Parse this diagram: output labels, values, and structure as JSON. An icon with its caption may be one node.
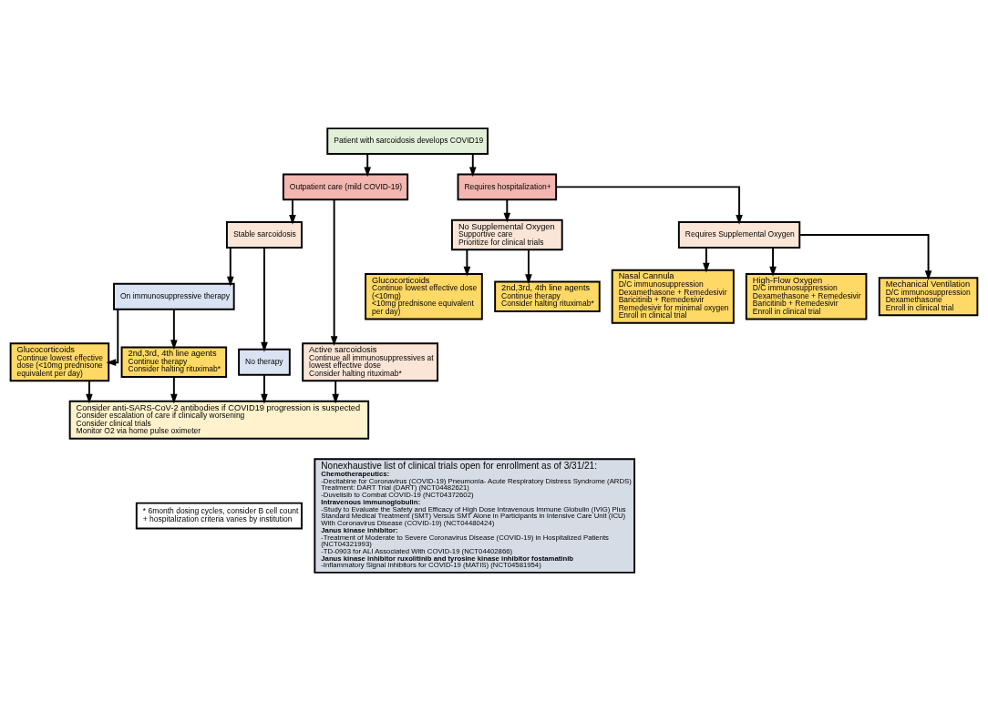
{
  "diagram": {
    "nodes": [
      {
        "text": [
          "Patient with sarcoidosis develops COVID19"
        ]
      },
      {
        "text": [
          "Outpatient care (mild COVID-19)"
        ]
      },
      {
        "text": [
          "Requires hospitalization+"
        ]
      },
      {
        "text": [
          "Stable sarcoidosis"
        ]
      },
      {
        "text": [
          "Active sarcoidosis",
          "Continue all immunosuppressives at lowest effective dose",
          "Consider halting rituximab*"
        ]
      },
      {
        "text": [
          "On immunosuppressive therapy"
        ]
      },
      {
        "text": [
          "No therapy"
        ]
      },
      {
        "text": [
          "Glucocorticoids",
          "Continue lowest effective dose (<10mg prednisone equivalent per day)"
        ]
      },
      {
        "text": [
          "2nd,3rd, 4th line agents",
          "Continue therapy",
          "Consider halting rituximab*"
        ]
      },
      {
        "text": [
          "Consider anti-SARS-CoV-2 antibodies if COVID19 progression is suspected",
          "Consider escalation of care if clinically worsening",
          "Consider clinical trials",
          "Monitor O2 via home pulse oximeter"
        ]
      },
      {
        "text": [
          "No Supplemental Oxygen",
          "Supportive care",
          "Prioritize for clinical trials"
        ]
      },
      {
        "text": [
          "Requires Supplemental Oxygen"
        ]
      },
      {
        "text": [
          "Glucocorticoids",
          "Continue lowest effective dose (<10mg)",
          "<10mg prednisone equivalent per day)"
        ]
      },
      {
        "text": [
          "2nd,3rd, 4th line agents",
          "Continue therapy",
          "Consider halting rituximab*"
        ]
      },
      {
        "text": [
          "Nasal Cannula",
          "D/C immunosuppression",
          "Dexamethasone + Remedesivir",
          "Baricitinib + Remedesivir",
          "Remedesivir for minimal oxygen",
          "Enroll in clinical trial"
        ]
      },
      {
        "text": [
          "High-Flow Oxygen",
          "D/C immunosuppression",
          "Dexamethasone + Remedesivir",
          "Baricitinib + Remedesivir",
          "Enroll in clinical trial"
        ]
      },
      {
        "text": [
          "Mechanical Ventilation",
          "D/C immunosuppression",
          "Dexamethasone",
          "Enroll in clinical trial"
        ]
      },
      {
        "text": [
          "* 6month dosing cycles, consider B cell count",
          "+ hospitalization criteria varies by institution"
        ]
      },
      {
        "text": [
          "Nonexhaustive list of clinical trials open for enrollment as of 3/31/21:",
          "Chemotherapeutics:",
          "-Decitabine for Coronavirus (COVID-19) Pneumonia- Acute Respiratory Distress Syndrome (ARDS) Treatment: DART Trial (DART) (NCT04482621)",
          "-Duvelisib to Combat COVID-19 (NCT04372602)",
          "Intravenous immunoglobulin:",
          "-Study to Evaluate the Safety and Efficacy of High Dose Intravenous Immune Globulin (IVIG) Plus Standard Medical Treatment (SMT) Versus SMT Alone in Participants in Intensive Care Unit (ICU) With Coronavirus Disease (COVID-19) (NCT04480424)",
          "Janus kinase inhibitor:",
          "-Treatment of Moderate to Severe Coronavirus Disease (COVID-19) in Hospitalized Patients (NCT04321993)",
          "-TD-0903 for ALI Associated With COVID-19 (NCT04402866)",
          "Janus kinase inhibitor ruxolitinib and tyrosine kinase inhibitor fostamatinib",
          "-Inflammatory Signal Inhibitors for COVID-19 (MATIS) (NCT04581954)"
        ]
      }
    ],
    "edges": [
      {
        "from": 0,
        "to": 1,
        "arrow": "to"
      },
      {
        "from": 0,
        "to": 2,
        "arrow": "to"
      },
      {
        "from": 1,
        "to": 3,
        "arrow": "to"
      },
      {
        "from": 1,
        "to": 4,
        "arrow": "to"
      },
      {
        "from": 3,
        "to": 5,
        "arrow": "to"
      },
      {
        "from": 3,
        "to": 6,
        "arrow": "to"
      },
      {
        "from": 5,
        "to": 7,
        "arrow": "to"
      },
      {
        "from": 5,
        "to": 8,
        "arrow": "to"
      },
      {
        "from": 7,
        "to": 9,
        "arrow": "to"
      },
      {
        "from": 8,
        "to": 9,
        "arrow": "to"
      },
      {
        "from": 6,
        "to": 9,
        "arrow": "to"
      },
      {
        "from": 4,
        "to": 9,
        "arrow": "to"
      },
      {
        "from": 2,
        "to": 10,
        "arrow": "to"
      },
      {
        "from": 2,
        "to": 11,
        "arrow": "to"
      },
      {
        "from": 10,
        "to": 12,
        "arrow": "to"
      },
      {
        "from": 10,
        "to": 13,
        "arrow": "to"
      },
      {
        "from": 11,
        "to": 14,
        "arrow": "to"
      },
      {
        "from": 11,
        "to": 15,
        "arrow": "to"
      },
      {
        "from": 11,
        "to": 16,
        "arrow": "to"
      }
    ]
  }
}
